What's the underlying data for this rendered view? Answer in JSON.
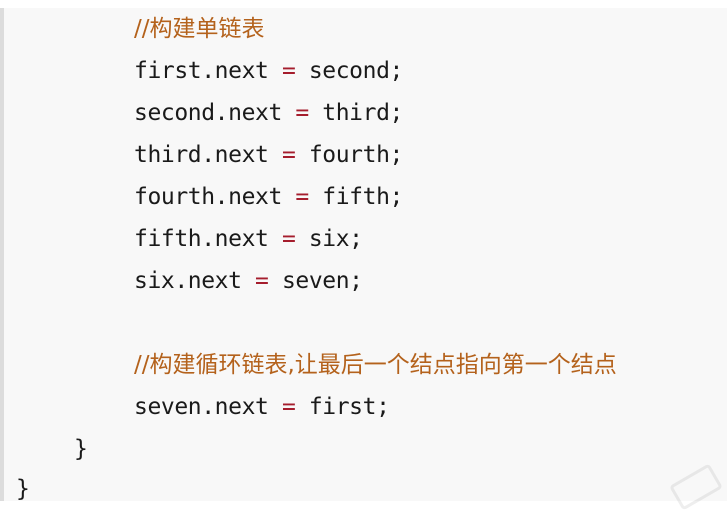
{
  "code": {
    "lines": [
      {
        "indent": "        ",
        "comment": "//构建单链表"
      },
      {
        "indent": "        ",
        "lhs": "first.next",
        "op": "=",
        "rhs": "second;"
      },
      {
        "indent": "        ",
        "lhs": "second.next",
        "op": "=",
        "rhs": "third;"
      },
      {
        "indent": "        ",
        "lhs": "third.next",
        "op": "=",
        "rhs": "fourth;"
      },
      {
        "indent": "        ",
        "lhs": "fourth.next",
        "op": "=",
        "rhs": "fifth;"
      },
      {
        "indent": "        ",
        "lhs": "fifth.next",
        "op": "=",
        "rhs": "six;"
      },
      {
        "indent": "        ",
        "lhs": "six.next",
        "op": "=",
        "rhs": "seven;"
      },
      {
        "indent": "",
        "text": ""
      },
      {
        "indent": "        ",
        "comment": "//构建循环链表,让最后一个结点指向第一个结点"
      },
      {
        "indent": "        ",
        "lhs": "seven.next",
        "op": "=",
        "rhs": "first;"
      },
      {
        "indent": "    ",
        "text": "}"
      },
      {
        "indent": "",
        "text": "}"
      }
    ]
  }
}
